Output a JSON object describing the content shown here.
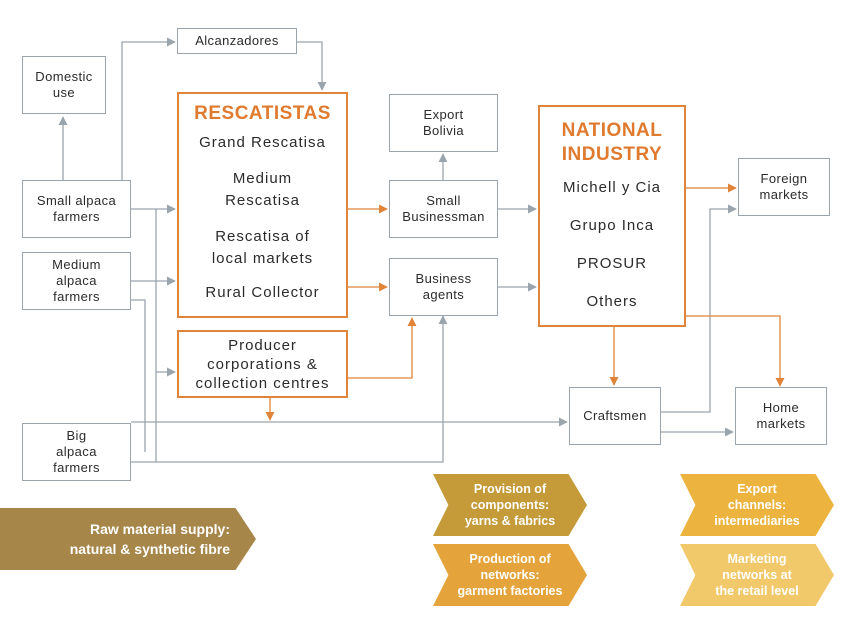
{
  "colors": {
    "orange": "#e0843a",
    "grey_line": "#9aa4ad",
    "legend_raw": "#a7864a",
    "legend_components": "#c59a38",
    "legend_networks": "#e4a43b",
    "legend_export": "#ecb33f",
    "legend_retail": "#f1c86a"
  },
  "nodes": {
    "domestic_use": "Domestic\nuse",
    "alcanzadores": "Alcanzadores",
    "small_farmers": "Small alpaca\nfarmers",
    "medium_farmers": "Medium\nalpaca\nfarmers",
    "big_farmers": "Big\nalpaca\nfarmers",
    "export_bolivia": "Export\nBolivia",
    "small_businessman": "Small\nBusinessman",
    "business_agents": "Business\nagents",
    "foreign_markets": "Foreign\nmarkets",
    "craftsmen": "Craftsmen",
    "home_markets": "Home\nmarkets",
    "producer_corporations": "Producer\ncorporations &\ncollection centres"
  },
  "rescatistas": {
    "title": "RESCATISTAS",
    "items": [
      "Grand Rescatisa",
      "Medium\nRescatisa",
      "Rescatisa of\nlocal markets",
      "Rural Collector"
    ]
  },
  "national_industry": {
    "title": "NATIONAL\nINDUSTRY",
    "items": [
      "Michell y Cia",
      "Grupo Inca",
      "PROSUR",
      "Others"
    ]
  },
  "legend": {
    "raw_material": "Raw material supply:\nnatural & synthetic fibre",
    "components": "Provision of\ncomponents:\nyarns & fabrics",
    "production": "Production of\nnetworks:\ngarment factories",
    "export_channels": "Export\nchannels:\nintermediaries",
    "marketing": "Marketing\nnetworks at\nthe retail level"
  }
}
